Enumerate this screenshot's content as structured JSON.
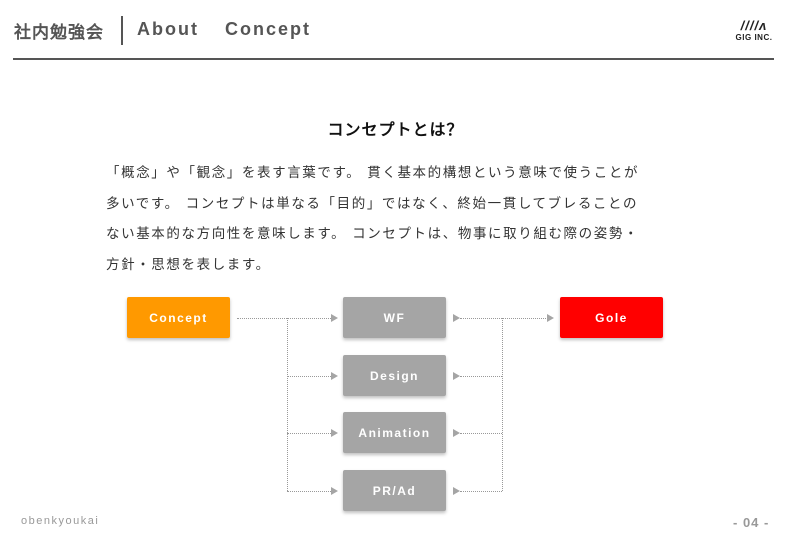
{
  "header": {
    "title": "社内勉強会",
    "subtitle": "About  Concept",
    "logo_mark": "////ʌ",
    "logo_text": "GIG INC."
  },
  "section": {
    "title": "コンセプトとは？",
    "body_lines": [
      "「概念」や「観念」を表す言葉です。 貫く基本的構想という意味で使うことが",
      "多いです。 コンセプトは単なる「目的」ではなく、終始一貫してブレることの",
      "ない基本的な方向性を意味します。 コンセプトは、物事に取り組む際の姿勢・",
      "方針・思想を表します。"
    ]
  },
  "diagram": {
    "start": {
      "label": "Concept",
      "color": "#ff9900"
    },
    "steps": [
      {
        "label": "WF",
        "color": "#a5a5a5"
      },
      {
        "label": "Design",
        "color": "#a5a5a5"
      },
      {
        "label": "Animation",
        "color": "#a5a5a5"
      },
      {
        "label": "PR/Ad",
        "color": "#a5a5a5"
      }
    ],
    "end": {
      "label": "Gole",
      "color": "#ff0000"
    }
  },
  "footer": {
    "left": "obenkyoukai",
    "page": "- 04 -"
  }
}
